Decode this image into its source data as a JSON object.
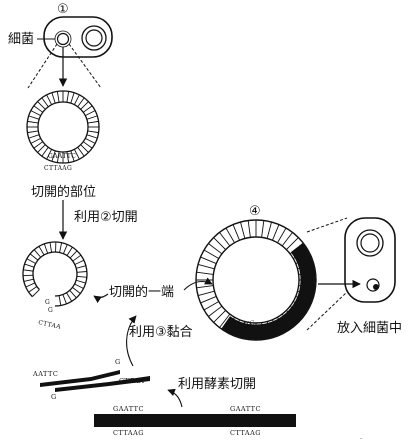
{
  "labels": {
    "bacterium": "細菌",
    "cut_site": "切開的部位",
    "step_cut": "利用②切開",
    "cut_end": "切開的一端",
    "step_join": "利用③黏合",
    "step_enzyme": "利用酵素切開",
    "insert": "放入細菌中"
  },
  "step_numbers": {
    "one": "①",
    "four": "④"
  },
  "sequences": {
    "ring1_inner": "GAATTC",
    "ring1_outer": "CTTAAG",
    "cut_g_left": "G",
    "cut_g_bottom": "G",
    "cut_open_seq": "CTTAA",
    "ring4_site": "AATTC",
    "frag_left_top": "AATTC",
    "frag_g_top": "G",
    "frag_g_bottom": "G",
    "frag_right_bottom": "CTTAA",
    "donor_top_left": "GAATTC",
    "donor_top_right": "GAATTC",
    "donor_bottom_left": "CTTAAG",
    "donor_bottom_right": "CTTAAG"
  }
}
